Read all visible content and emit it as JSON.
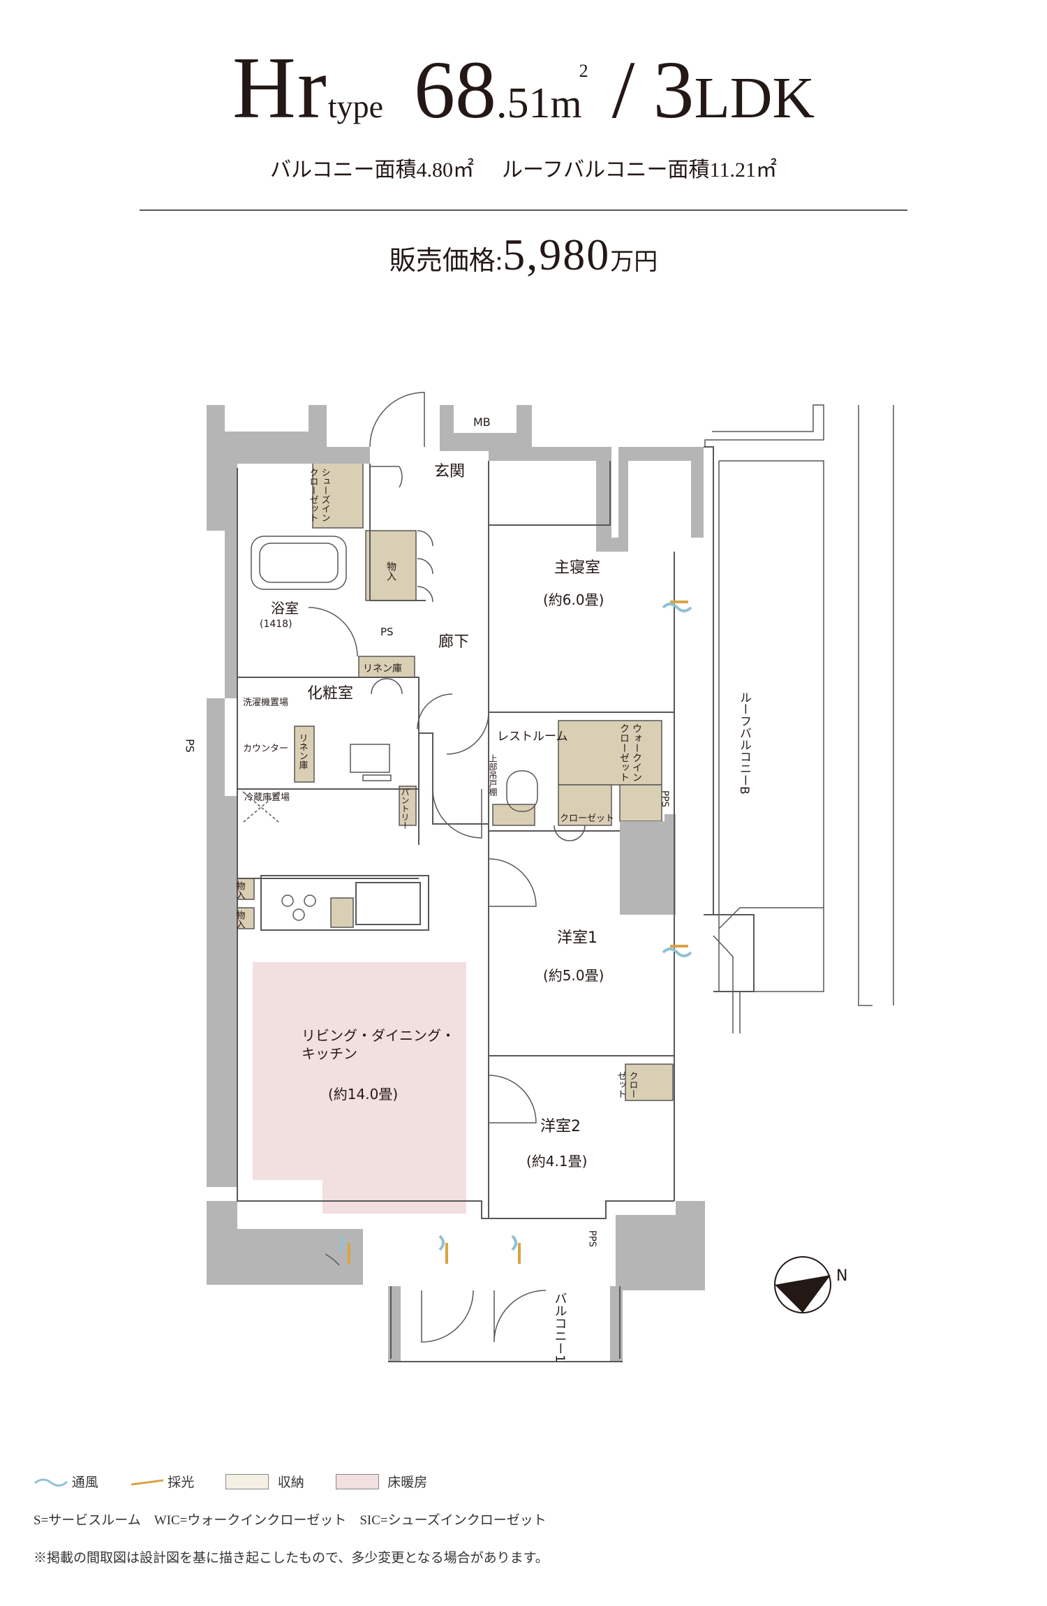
{
  "header": {
    "type_main": "Hr",
    "type_sub": "type",
    "area_int": "68",
    "area_dec": ".51",
    "area_unit": "m",
    "area_sup": "2",
    "slash": "/",
    "layout_num": "3",
    "layout_text": "LDK",
    "balcony_area": "バルコニー面積4.80㎡",
    "roof_balcony_area": "ルーフバルコニー面積11.21㎡",
    "price_label": "販売価格:",
    "price_value": "5,980",
    "price_unit": "万円"
  },
  "rooms": {
    "entrance": "玄関",
    "mb": "MB",
    "shoes_in_closet": "シューズイン\nクローゼット",
    "master_bedroom": "主寝室",
    "master_bedroom_size": "(約6.0畳)",
    "storage": "物入",
    "bath": "浴室",
    "bath_size": "(1418)",
    "ps_top": "PS",
    "corridor": "廊下",
    "linen_top": "リネン庫",
    "powder_room": "化粧室",
    "washer": "洗濯機置場",
    "counter": "カウンター",
    "linen_side": "リネン庫",
    "fridge": "冷蔵庫置場",
    "pantry": "パントリー",
    "ps_left": "PS",
    "rest_room": "レストルーム",
    "upper_cabinet": "上部吊戸棚",
    "walk_in_closet": "ウォークイン\nクローゼット",
    "closet": "クローゼット",
    "pps_right": "PPS",
    "roof_balcony": "ルーフバルコニーB",
    "western1": "洋室1",
    "western1_size": "(約5.0畳)",
    "storage_kitchen_1": "物入",
    "storage_kitchen_2": "物入",
    "ldk": "リビング・ダイニング・\nキッチン",
    "ldk_size": "(約14.0畳)",
    "closet_small": "クロー\nゼット",
    "western2": "洋室2",
    "western2_size": "(約4.1畳)",
    "pps_bottom": "PPS",
    "balcony": "バルコニー1",
    "north": "N"
  },
  "legend": {
    "ventilation": "通風",
    "lighting": "採光",
    "storage": "収納",
    "floor_heating": "床暖房",
    "abbreviations": "S=サービスルーム　WIC=ウォークインクローゼット　SIC=シューズインクローゼット",
    "note": "※掲載の間取図は設計図を基に描き起こしたもので、多少変更となる場合があります。"
  },
  "colors": {
    "wall": "#b5b5b6",
    "storage": "#d9cfb4",
    "floor_heating": "#f2dfe0",
    "lighting": "#d8a444",
    "ventilation": "#8fc1d4",
    "line": "#595757"
  }
}
